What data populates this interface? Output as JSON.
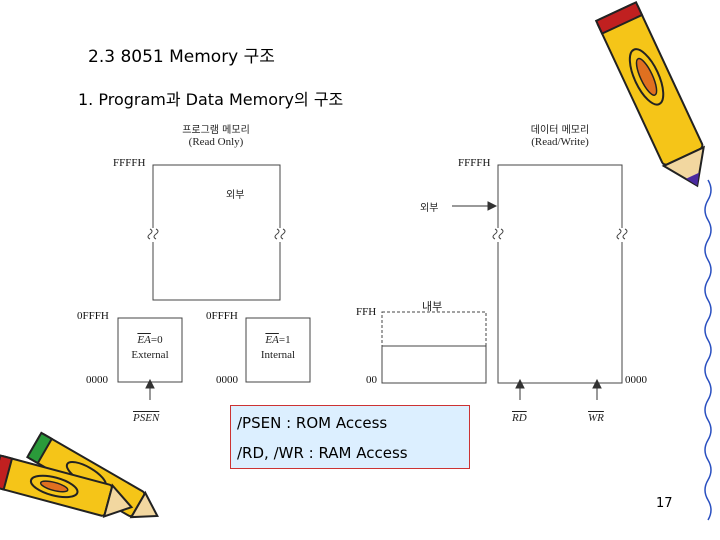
{
  "slide": {
    "title": "2.3 8051 Memory 구조",
    "subtitle": "1. Program과 Data Memory의 구조",
    "page_number": "17"
  },
  "program_memory": {
    "heading": "프로그램 메모리",
    "mode": "(Read Only)",
    "top_address": "FFFFH",
    "external_label": "외부",
    "ext_box_top": "0FFFH",
    "int_box_top": "0FFFH",
    "ext_box_bottom": "0000",
    "int_box_bottom": "0000",
    "ea_signal": "EA",
    "ea0_value": "=0",
    "ea1_value": "=1",
    "ea0_desc": "External",
    "ea1_desc": "Internal",
    "psen_signal": "PSEN"
  },
  "internal_ram": {
    "label": "내부",
    "top_address": "FFH",
    "bottom_address": "00"
  },
  "data_memory": {
    "heading": "데이터 메모리",
    "mode": "(Read/Write)",
    "top_address": "FFFFH",
    "external_label": "외부",
    "bottom_address": "0000",
    "rd_signal": "RD",
    "wr_signal": "WR"
  },
  "note": {
    "line1": "/PSEN : ROM Access",
    "line2": "/RD, /WR : RAM Access"
  },
  "colors": {
    "note_bg": "#dcefff",
    "note_border": "#cc3333",
    "pencil_body": "#f5c518",
    "pencil_tip": "#e07020",
    "pencil_band": "#c02020"
  },
  "icons": {
    "top_right": "pencil-icon",
    "bottom_left": "pencil-pair-icon"
  }
}
